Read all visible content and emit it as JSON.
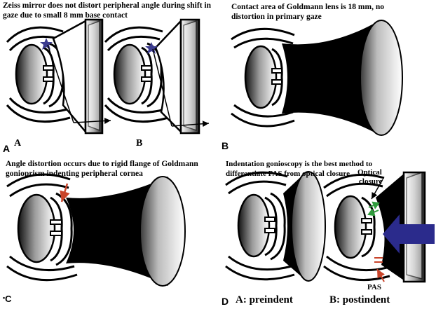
{
  "panel_a": {
    "caption_line1": "Zeiss mirror does not distort peripheral angle during shift in",
    "caption_line2": "gaze due to small  8 mm base contact",
    "panel_letter": "A",
    "sub_a": "A",
    "sub_b": "B"
  },
  "panel_b": {
    "caption_line1": "Contact area of Goldmann lens is 18 mm, no",
    "caption_line2": "distortion in primary gaze",
    "panel_letter": "B"
  },
  "panel_c": {
    "caption_line1": "Angle distortion occurs  due to rigid flange of Goldmann",
    "caption_line2": "gonioprism indenting peripheral cornea",
    "panel_letter": "C"
  },
  "panel_d": {
    "caption_line1": "Indentation gonioscopy is the best method to",
    "caption_line2": "differentiate PAS from optical closure",
    "panel_letter": "D",
    "optical_label_1": "Optical",
    "optical_label_2": "closure",
    "pas_label": "PAS",
    "preindent_label": "A: preindent",
    "postindent_label": "B: postindent"
  },
  "colors": {
    "star": "#3b3b8f",
    "red_arrow": "#c9442a",
    "green_arrow": "#2f9c3c",
    "blue_arrow": "#2b2b8c",
    "lens_dark": "#000000"
  }
}
